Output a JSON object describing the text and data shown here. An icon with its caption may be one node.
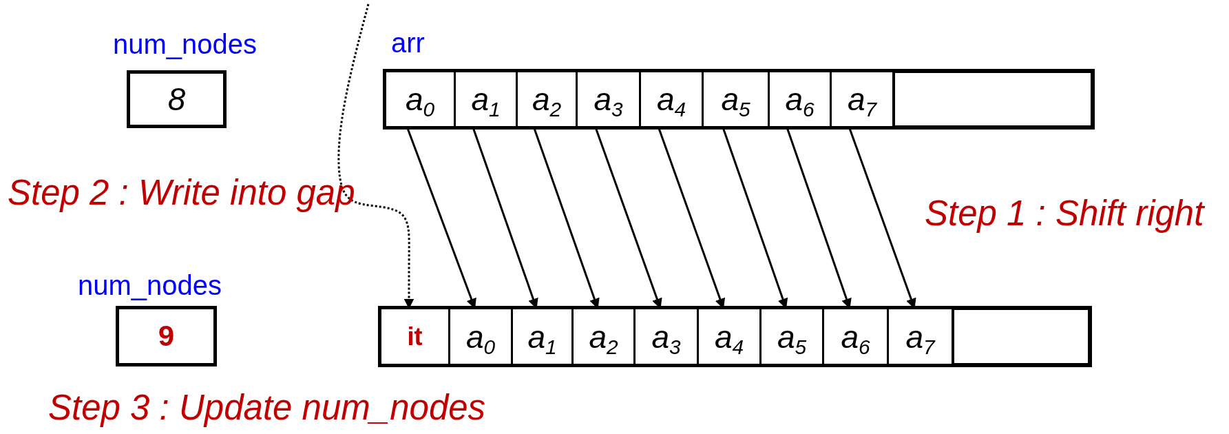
{
  "diagram": {
    "nodes": [
      {
        "text": [
          "num_nodes",
          "8"
        ]
      },
      {
        "text": [
          "arr"
        ]
      },
      {
        "text": [
          "a$_{0}$"
        ],
        "in": 1
      },
      {
        "text": [
          "a$_{1}$"
        ],
        "in": 1
      },
      {
        "text": [
          "a$_{2}$"
        ],
        "in": 1
      },
      {
        "text": [
          "a$_{3}$"
        ],
        "in": 1
      },
      {
        "text": [
          "a$_{4}$"
        ],
        "in": 1
      },
      {
        "text": [
          "a$_{5}$"
        ],
        "in": 1
      },
      {
        "text": [
          "a$_{6}$"
        ],
        "in": 1
      },
      {
        "text": [
          "a$_{7}$"
        ],
        "in": 1
      },
      {
        "text": [],
        "shape": "box",
        "in": 1
      },
      {
        "text": [
          "num_nodes",
          "9"
        ]
      },
      {
        "text": [],
        "shape": "box"
      },
      {
        "text": [
          "it"
        ],
        "in": 12
      },
      {
        "text": [
          "a$_{0}$"
        ],
        "in": 12
      },
      {
        "text": [
          "a$_{1}$"
        ],
        "in": 12
      },
      {
        "text": [
          "a$_{2}$"
        ],
        "in": 12
      },
      {
        "text": [
          "a$_{3}$"
        ],
        "in": 12
      },
      {
        "text": [
          "a$_{4}$"
        ],
        "in": 12
      },
      {
        "text": [
          "a$_{5}$"
        ],
        "in": 12
      },
      {
        "text": [
          "a$_{6}$"
        ],
        "in": 12
      },
      {
        "text": [
          "a$_{7}$"
        ],
        "in": 12
      },
      {
        "text": [],
        "shape": "box",
        "in": 12
      }
    ],
    "edges": [
      {
        "from": null,
        "to": 13,
        "arrow": "to",
        "style": "dashed"
      },
      {
        "from": 2,
        "to": 14,
        "arrow": "to"
      },
      {
        "from": 3,
        "to": 15,
        "arrow": "to"
      },
      {
        "from": 4,
        "to": 16,
        "arrow": "to"
      },
      {
        "from": 5,
        "to": 17,
        "arrow": "to"
      },
      {
        "from": 6,
        "to": 18,
        "arrow": "to"
      },
      {
        "from": 7,
        "to": 19,
        "arrow": "to"
      },
      {
        "from": 8,
        "to": 20,
        "arrow": "to"
      },
      {
        "from": 9,
        "to": 21,
        "arrow": "to"
      }
    ],
    "labels": [
      "Step 2 : Write into gap",
      "Step 1 : Shift right",
      "Step 3 : Update num_nodes"
    ]
  }
}
